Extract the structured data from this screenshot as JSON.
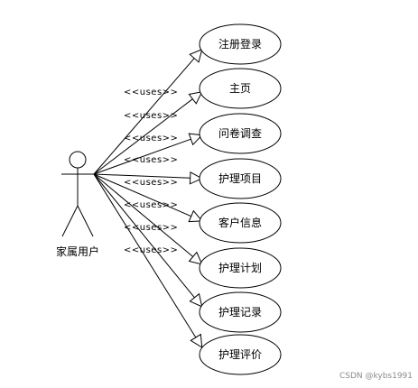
{
  "actor": {
    "name": "家属用户"
  },
  "relation_label": "<<uses>>",
  "use_cases": [
    {
      "label": "注册登录"
    },
    {
      "label": "主页"
    },
    {
      "label": "问卷调查"
    },
    {
      "label": "护理项目"
    },
    {
      "label": "客户信息"
    },
    {
      "label": "护理计划"
    },
    {
      "label": "护理记录"
    },
    {
      "label": "护理评价"
    }
  ],
  "watermark": "CSDN @kybs1991",
  "colors": {
    "line": "#000000",
    "fill": "#ffffff",
    "watermark": "#8a8a8a"
  }
}
